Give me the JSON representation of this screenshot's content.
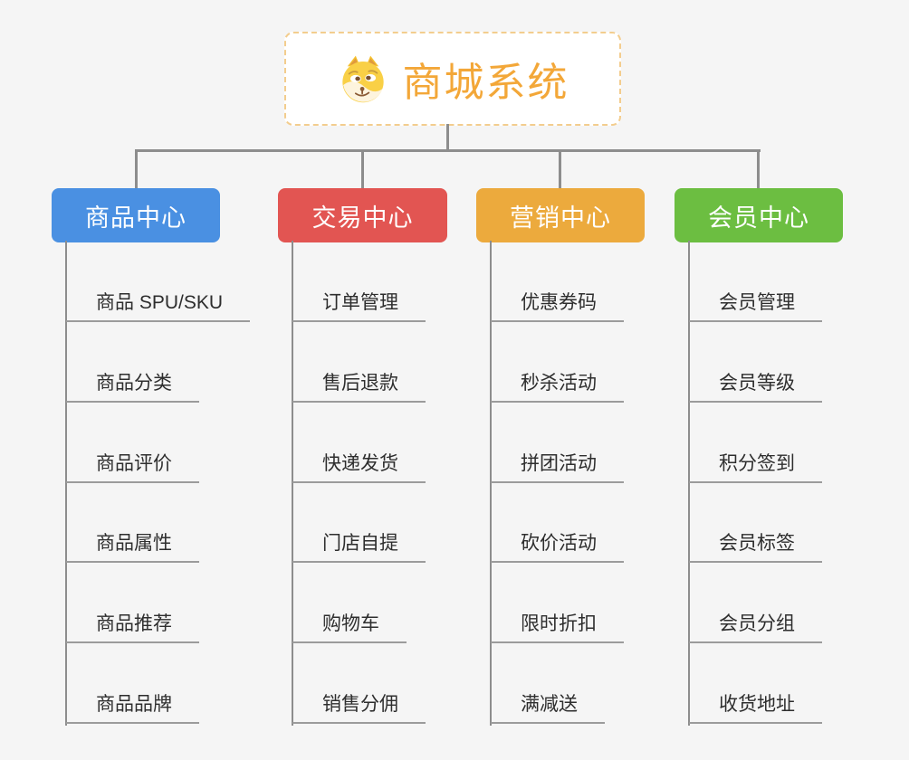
{
  "background": "#f5f5f5",
  "root": {
    "label": "商城系统",
    "icon": "doge-icon",
    "text_color": "#f3a738",
    "border_color": "#f3cd8e"
  },
  "connector_color": "#8d8d8d",
  "branches": [
    {
      "label": "商品中心",
      "color": "#4a90e2",
      "children": [
        "商品 SPU/SKU",
        "商品分类",
        "商品评价",
        "商品属性",
        "商品推荐",
        "商品品牌"
      ]
    },
    {
      "label": "交易中心",
      "color": "#e25552",
      "children": [
        "订单管理",
        "售后退款",
        "快递发货",
        "门店自提",
        "购物车",
        "销售分佣"
      ]
    },
    {
      "label": "营销中心",
      "color": "#ecaa3d",
      "children": [
        "优惠券码",
        "秒杀活动",
        "拼团活动",
        "砍价活动",
        "限时折扣",
        "满减送"
      ]
    },
    {
      "label": "会员中心",
      "color": "#6cbe41",
      "children": [
        "会员管理",
        "会员等级",
        "积分签到",
        "会员标签",
        "会员分组",
        "收货地址"
      ]
    }
  ]
}
